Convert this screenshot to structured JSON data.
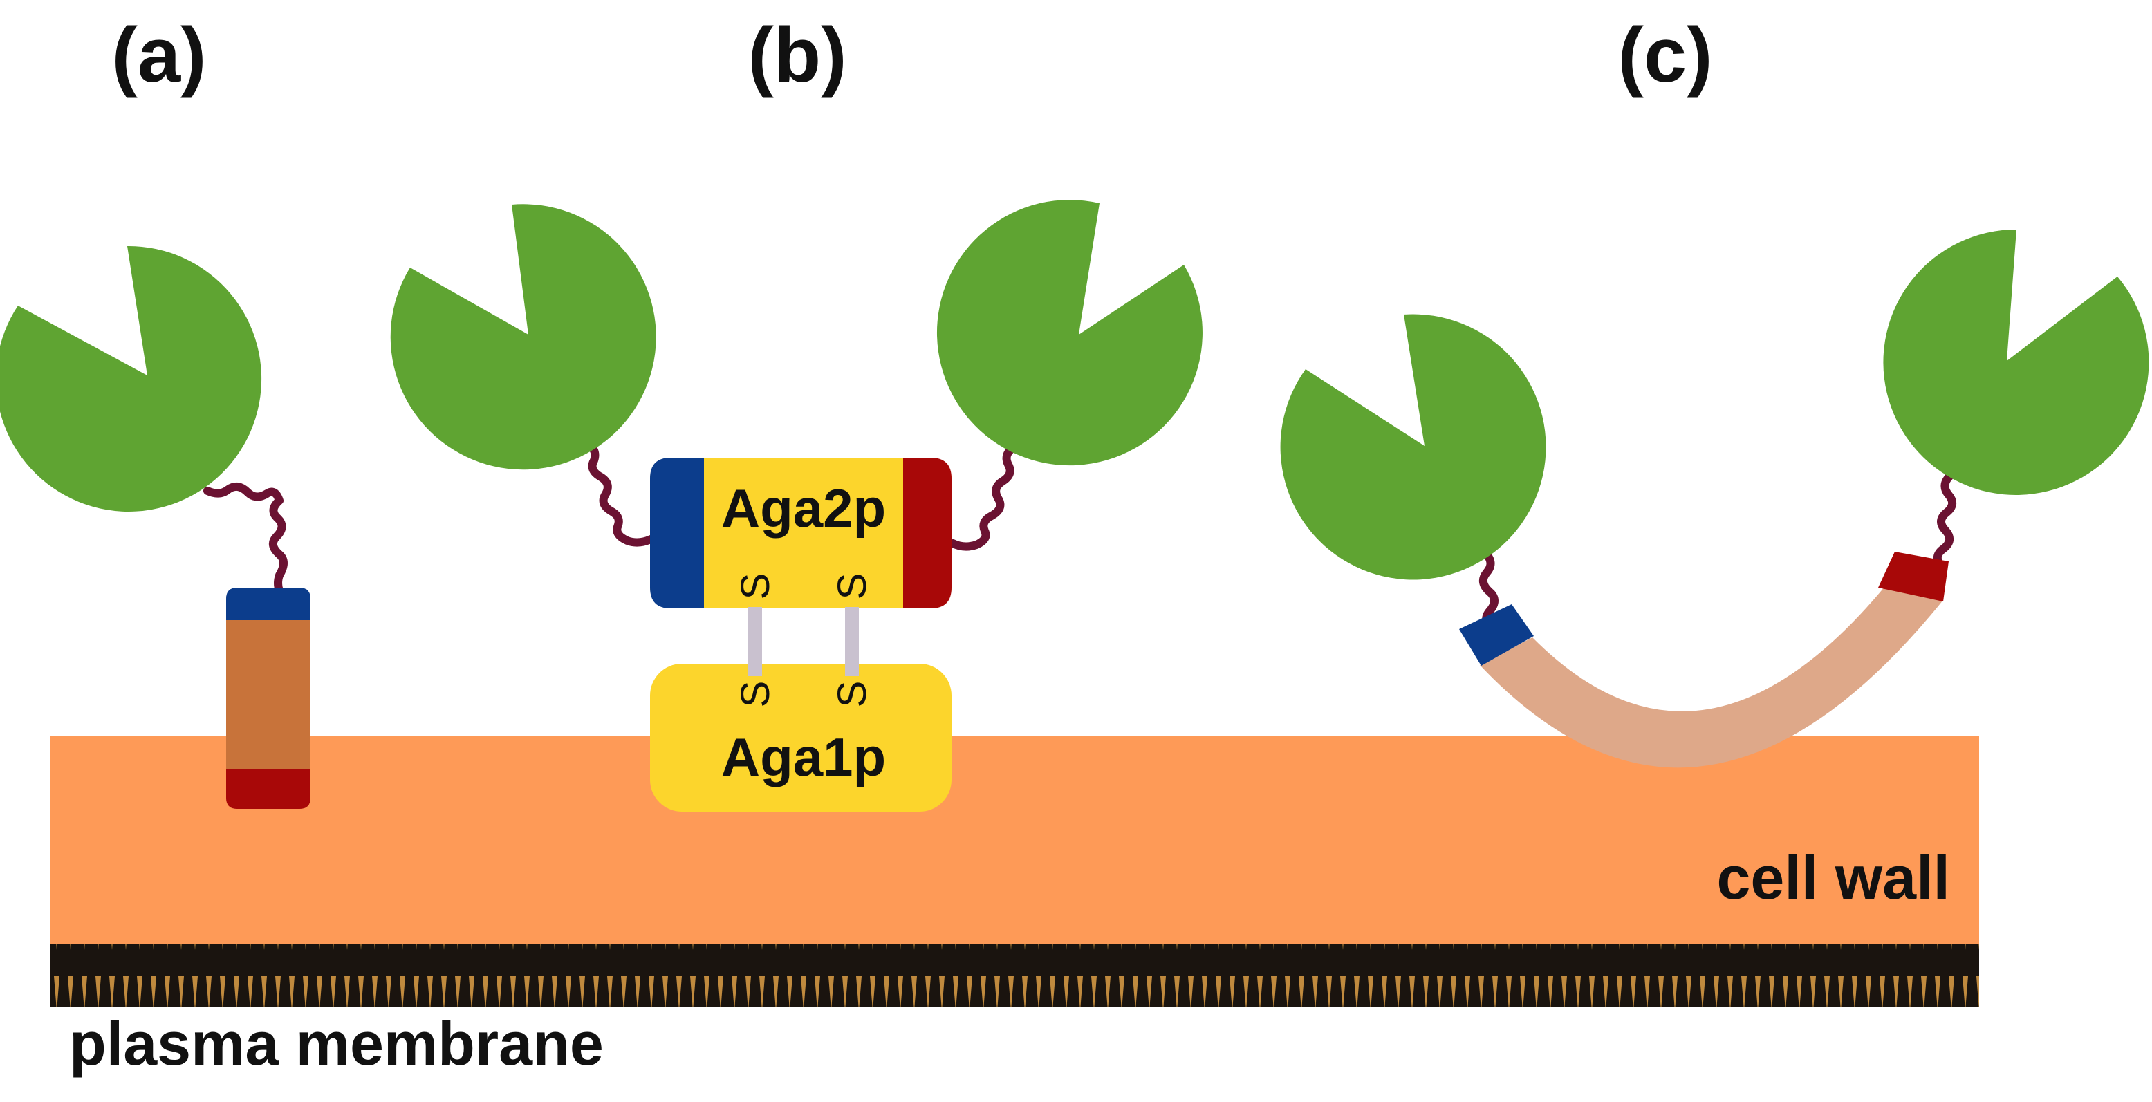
{
  "panels": {
    "a": "(a)",
    "b": "(b)",
    "c": "(c)"
  },
  "labels": {
    "cell_wall": "cell wall",
    "plasma_membrane": "plasma membrane",
    "aga2p": "Aga2p",
    "aga1p": "Aga1p",
    "disulfide_s": "S"
  },
  "colors": {
    "enzyme": "#5fa432",
    "linker": "#6b1232",
    "cell_wall": "#fe9a57",
    "membrane": "#1a140f",
    "anchor_a": "#c8733a",
    "aga2p": "#fcd52c",
    "aga1p": "#fcd52c",
    "anchor_c": "#dea889",
    "n_terminus": "#0c3d8c",
    "c_terminus": "#a80808",
    "disulfide_bond": "#c9c1cf"
  },
  "icons": {
    "enzyme": "pacman-enzyme-icon"
  }
}
